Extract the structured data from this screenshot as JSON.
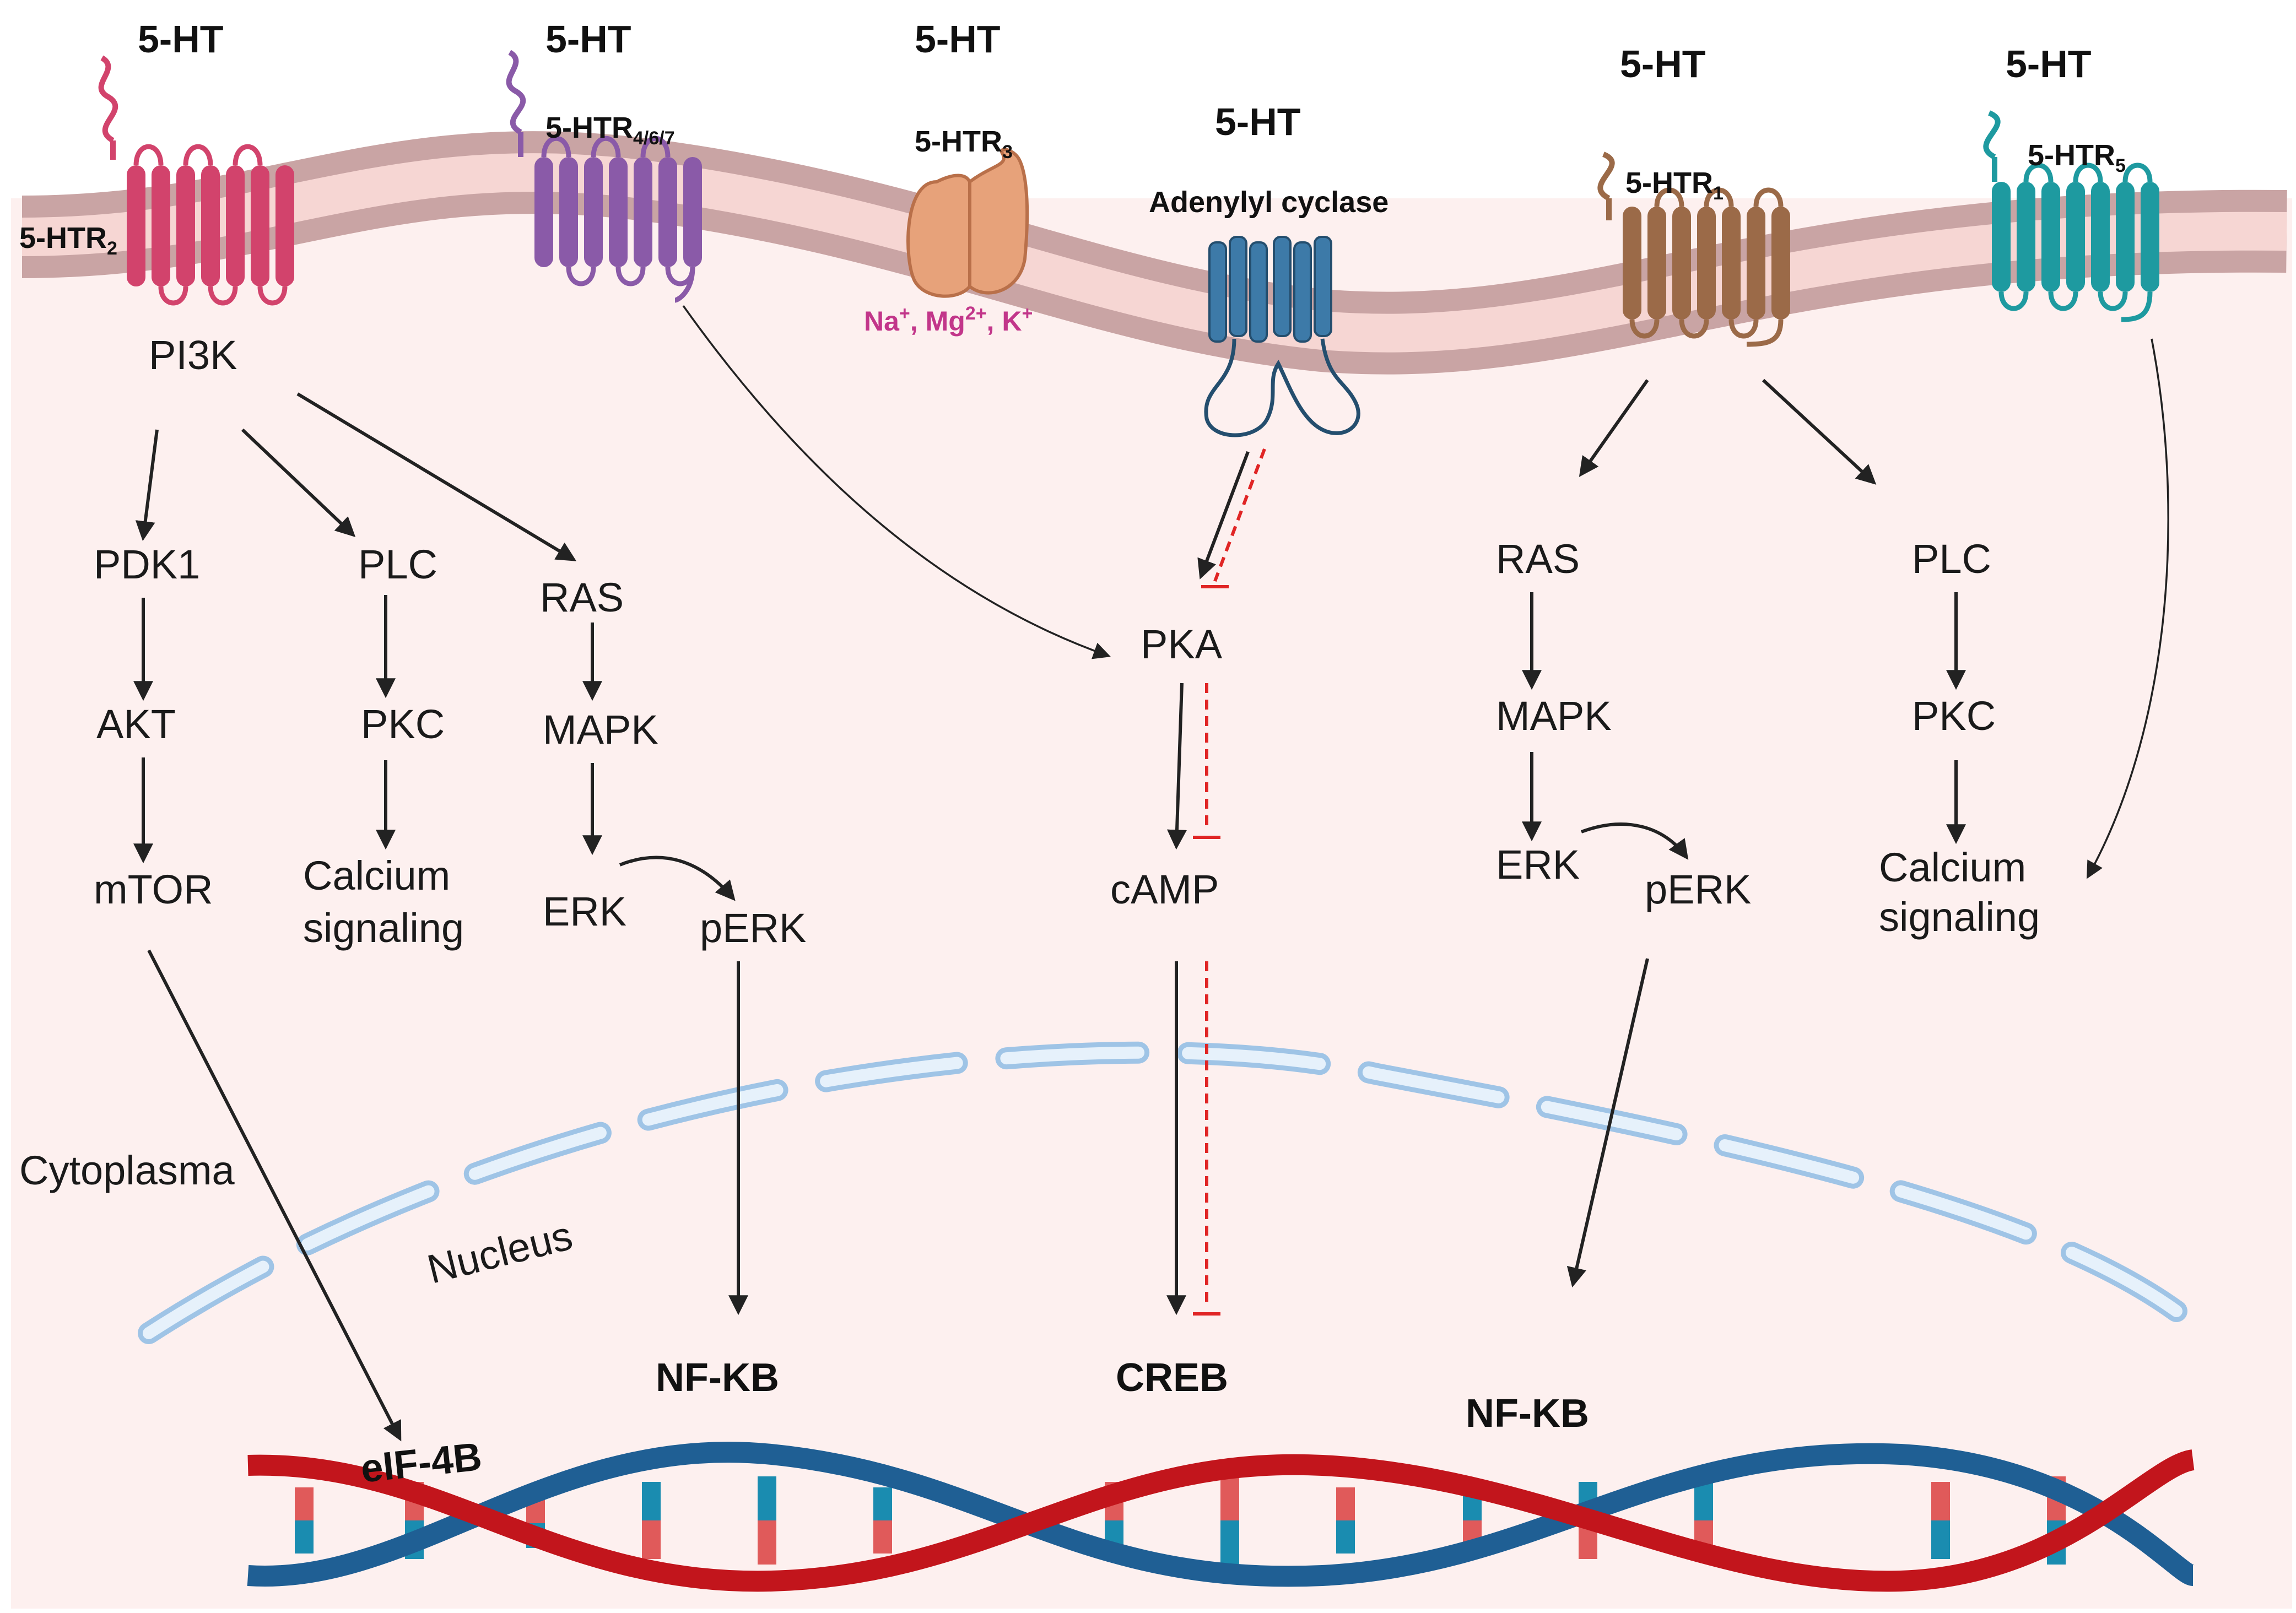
{
  "ligand": {
    "label": "5-HT"
  },
  "receptors": {
    "htr2": {
      "base": "5-HTR",
      "sub": "2"
    },
    "htr467": {
      "base": "5-HTR",
      "sub": "4/6/7"
    },
    "htr3": {
      "base": "5-HTR",
      "sub": "3"
    },
    "adenylyl_cyclase": "Adenylyl cyclase",
    "htr1": {
      "base": "5-HTR",
      "sub": "1"
    },
    "htr5": {
      "base": "5-HTR",
      "sub": "5"
    }
  },
  "ions": {
    "na": "Na",
    "mg": "Mg",
    "k": "K",
    "charge_1": "+",
    "charge_2": "2+",
    "sep": ", "
  },
  "nodes": {
    "pi3k": "PI3K",
    "pdk1": "PDK1",
    "akt": "AKT",
    "mtor": "mTOR",
    "plc": "PLC",
    "pkc": "PKC",
    "calcium_1": "Calcium",
    "calcium_2": "signaling",
    "ras": "RAS",
    "mapk": "MAPK",
    "erk": "ERK",
    "perk": "pERK",
    "pka": "PKA",
    "camp": "cAMP",
    "nfkb": "NF-KB",
    "creb": "CREB",
    "eif4b": "eIF-4B"
  },
  "compartments": {
    "cytoplasma": "Cytoplasma",
    "nucleus": "Nucleus"
  },
  "colors": {
    "htr2": "#d2436c",
    "htr467": "#8a5aa8",
    "htr3": "#e7a27a",
    "adenylyl_cyclase": "#3d7aa8",
    "htr1": "#9b6a48",
    "htr5": "#1e9aa0",
    "membrane_band": "#c9a4a4",
    "membrane_fill": "#f6d6d3",
    "cytoplasm": "#fdf0ef",
    "nuclear_envelope": "#b9d6ef",
    "dna_red": "#c2151c",
    "dna_blue": "#1f5f94",
    "inhibition": "#e02525"
  }
}
